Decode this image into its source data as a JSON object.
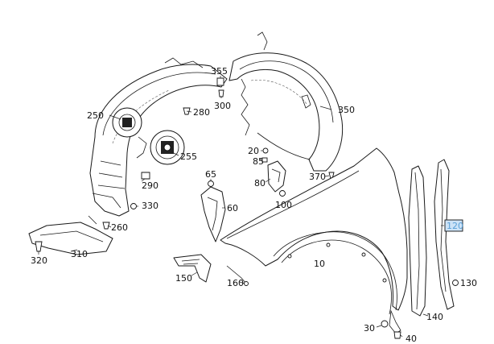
{
  "parts": [
    {
      "id": "p250",
      "label": "250"
    },
    {
      "id": "p280",
      "label": "280"
    },
    {
      "id": "p355",
      "label": "355"
    },
    {
      "id": "p300",
      "label": "300"
    },
    {
      "id": "p350",
      "label": "350"
    },
    {
      "id": "p255",
      "label": "255"
    },
    {
      "id": "p20",
      "label": "20"
    },
    {
      "id": "p85",
      "label": "85"
    },
    {
      "id": "p80",
      "label": "80"
    },
    {
      "id": "p100",
      "label": "100"
    },
    {
      "id": "p370",
      "label": "370"
    },
    {
      "id": "p65",
      "label": "65"
    },
    {
      "id": "p60",
      "label": "60"
    },
    {
      "id": "p290",
      "label": "290"
    },
    {
      "id": "p330",
      "label": "330"
    },
    {
      "id": "p260",
      "label": "260"
    },
    {
      "id": "p320",
      "label": "320"
    },
    {
      "id": "p310",
      "label": "310"
    },
    {
      "id": "p150",
      "label": "150"
    },
    {
      "id": "p160",
      "label": "160"
    },
    {
      "id": "p10",
      "label": "10"
    },
    {
      "id": "p120",
      "label": "120"
    },
    {
      "id": "p130",
      "label": "130"
    },
    {
      "id": "p140",
      "label": "140"
    },
    {
      "id": "p30",
      "label": "30"
    },
    {
      "id": "p40",
      "label": "40"
    }
  ],
  "highlighted_part": "120",
  "colors": {
    "line": "#1a1a1a",
    "highlight_fill": "#cde3f7",
    "highlight_text": "#5aa0d8",
    "background": "#ffffff"
  }
}
